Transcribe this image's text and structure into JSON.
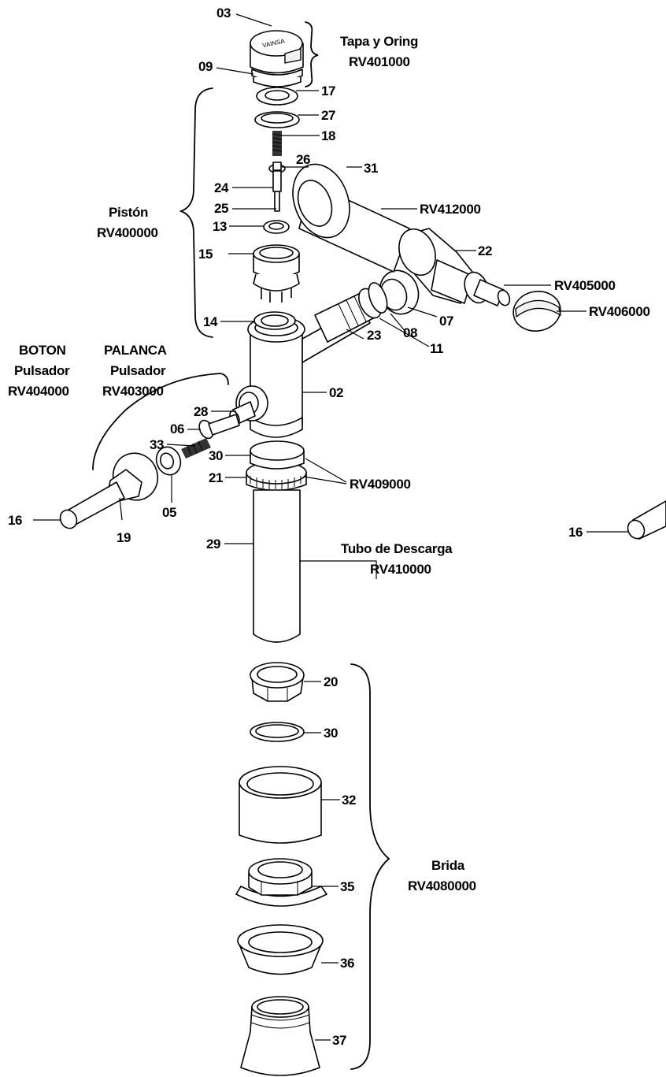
{
  "labels": {
    "p03": "03",
    "p09": "09",
    "p17": "17",
    "p27": "27",
    "p18": "18",
    "p26": "26",
    "p31": "31",
    "p24": "24",
    "p25": "25",
    "p13": "13",
    "p15": "15",
    "p22": "22",
    "p14": "14",
    "p07": "07",
    "p08": "08",
    "p11": "11",
    "p23": "23",
    "p02": "02",
    "p28": "28",
    "p06": "06",
    "p33": "33",
    "p30": "30",
    "p21": "21",
    "p05": "05",
    "p16a": "16",
    "p19": "19",
    "p29": "29",
    "p16b": "16",
    "p20": "20",
    "p30b": "30",
    "p32": "32",
    "p35": "35",
    "p36": "36",
    "p37": "37"
  },
  "codes": {
    "rv412000": "RV412000",
    "rv405000": "RV405000",
    "rv406000": "RV406000",
    "rv409000": "RV409000"
  },
  "groups": {
    "tapa": {
      "line1": "Tapa y Oring",
      "line2": "RV401000"
    },
    "piston": {
      "line1": "Pistón",
      "line2": "RV400000"
    },
    "boton": {
      "line1": "BOTON",
      "line2": "Pulsador",
      "line3": "RV404000"
    },
    "palanca": {
      "line1": "PALANCA",
      "line2": "Pulsador",
      "line3": "RV403000"
    },
    "tubo": {
      "line1": "Tubo de Descarga",
      "line2": "RV410000"
    },
    "brida": {
      "line1": "Brida",
      "line2": "RV4080000"
    }
  },
  "cap_text": "VAINSA"
}
